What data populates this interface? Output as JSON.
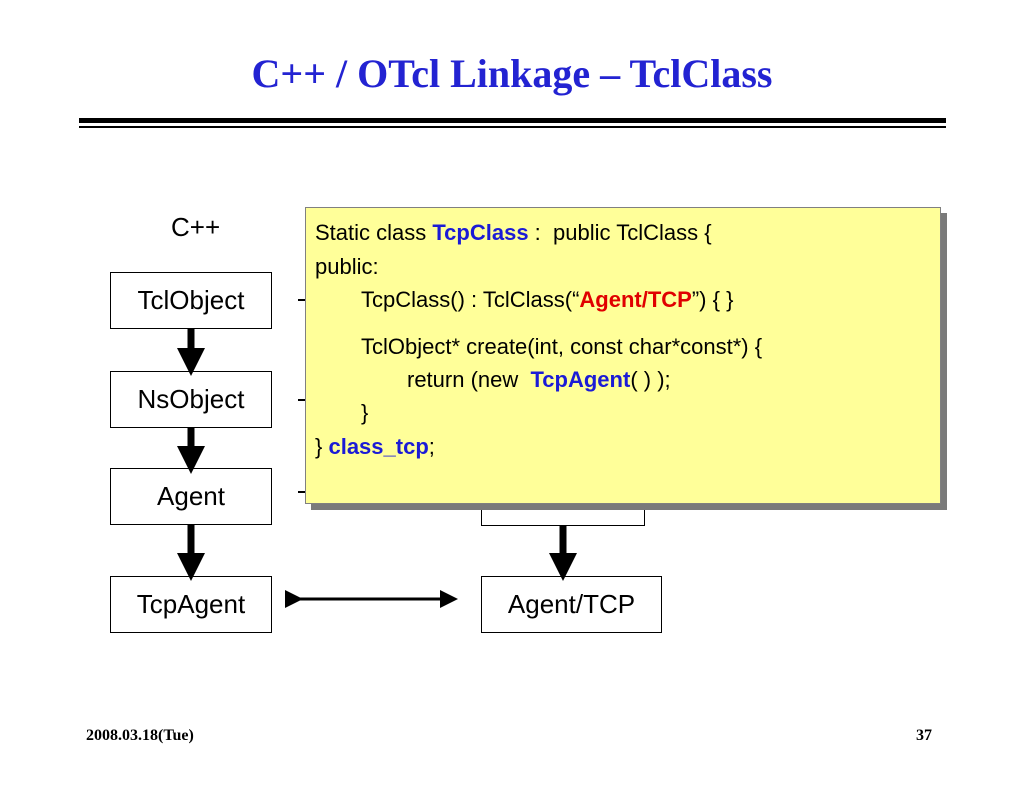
{
  "slide": {
    "title": "C++ / OTcl  Linkage – TclClass",
    "date": "2008.03.18(Tue)",
    "page_number": "37"
  },
  "diagram": {
    "cpp_label": "C++",
    "cpp_boxes": [
      "TclObject",
      "NsObject",
      "Agent",
      "TcpAgent"
    ],
    "otcl_boxes": [
      "Agent/TCP"
    ]
  },
  "code_popup": {
    "line1_pre": "Static class ",
    "line1_class": "TcpClass",
    "line1_post": " :  public TclClass {",
    "line2": "public:",
    "line3_pre": "TcpClass() : TclClass(“",
    "line3_name": "Agent/TCP",
    "line3_post": "”) { }",
    "line4": "TclObject* create(int, const char*const*) {",
    "line5_pre": "return (new  ",
    "line5_class": "TcpAgent",
    "line5_post": "( ) );",
    "line6": "}",
    "line7_pre": "} ",
    "line7_var": "class_tcp",
    "line7_post": ";"
  },
  "colors": {
    "title": "#2323d2",
    "highlight_blue": "#1b1bd6",
    "highlight_red": "#e00000",
    "popup_fill": "#ffff99"
  }
}
